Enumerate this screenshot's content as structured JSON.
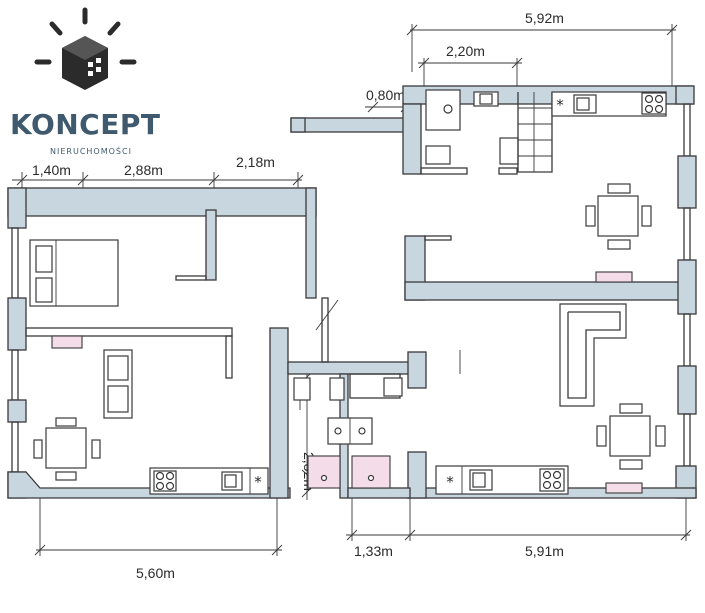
{
  "brand": {
    "name": "KONCEPT",
    "tagline": "NIERUCHOMOŚCI",
    "logo_icon": "house-cube-icon",
    "colors": {
      "primary": "#3f5a6e",
      "dark": "#2b2b2b"
    }
  },
  "plan": {
    "wall_color": "#c8d6df",
    "line_color": "#3a3a3a",
    "accent_pink": "#f4dde8"
  },
  "dimensions": {
    "top_overall": "5,92m",
    "top_kitchen": "2,20m",
    "top_small": "0,80m",
    "left_a": "1,40m",
    "left_b": "2,88m",
    "left_c": "2,18m",
    "vertical_bath": "2,82m",
    "bottom_left": "5,60m",
    "bottom_mid": "1,33m",
    "bottom_right": "5,91m"
  }
}
